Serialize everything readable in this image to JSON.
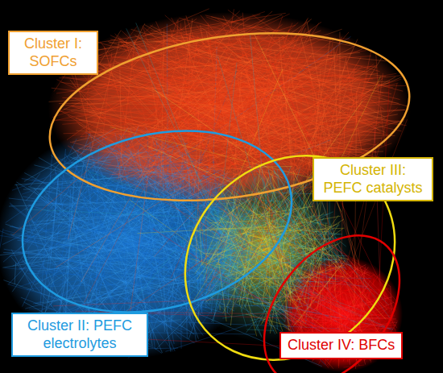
{
  "diagram": {
    "nodes": [
      {
        "text": [
          "Cluster I: SOFCs"
        ]
      },
      {
        "text": [
          "Cluster II: PEFC electrolytes"
        ]
      },
      {
        "text": [
          "Cluster III: PEFC catalysts"
        ]
      },
      {
        "text": [
          "Cluster IV: BFCs"
        ]
      }
    ]
  }
}
